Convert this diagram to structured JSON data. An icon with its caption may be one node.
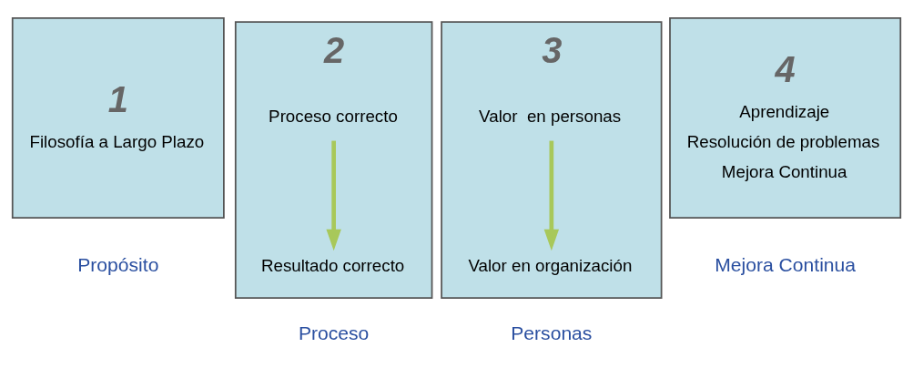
{
  "diagram": {
    "nodes": [
      {
        "text": [
          "1",
          "Filosofía a Largo Plazo"
        ],
        "beside": [
          "Propósito"
        ]
      },
      {
        "text": [
          "2"
        ],
        "beside": [
          "Proceso"
        ]
      },
      {
        "text": [
          "Proceso correcto"
        ],
        "in": 1
      },
      {
        "text": [
          "Resultado correcto"
        ],
        "in": 1
      },
      {
        "text": [
          "3"
        ],
        "beside": [
          "Personas"
        ]
      },
      {
        "text": [
          "Valor  en personas"
        ],
        "in": 4
      },
      {
        "text": [
          "Valor en organización"
        ],
        "in": 4
      },
      {
        "text": [
          "4",
          "Aprendizaje",
          "Resolución de problemas",
          "Mejora Continua"
        ],
        "beside": [
          "Mejora Continua"
        ]
      }
    ],
    "edges": [
      {
        "from": 2,
        "to": 3,
        "arrow": "to"
      },
      {
        "from": 5,
        "to": 6,
        "arrow": "to"
      }
    ]
  }
}
